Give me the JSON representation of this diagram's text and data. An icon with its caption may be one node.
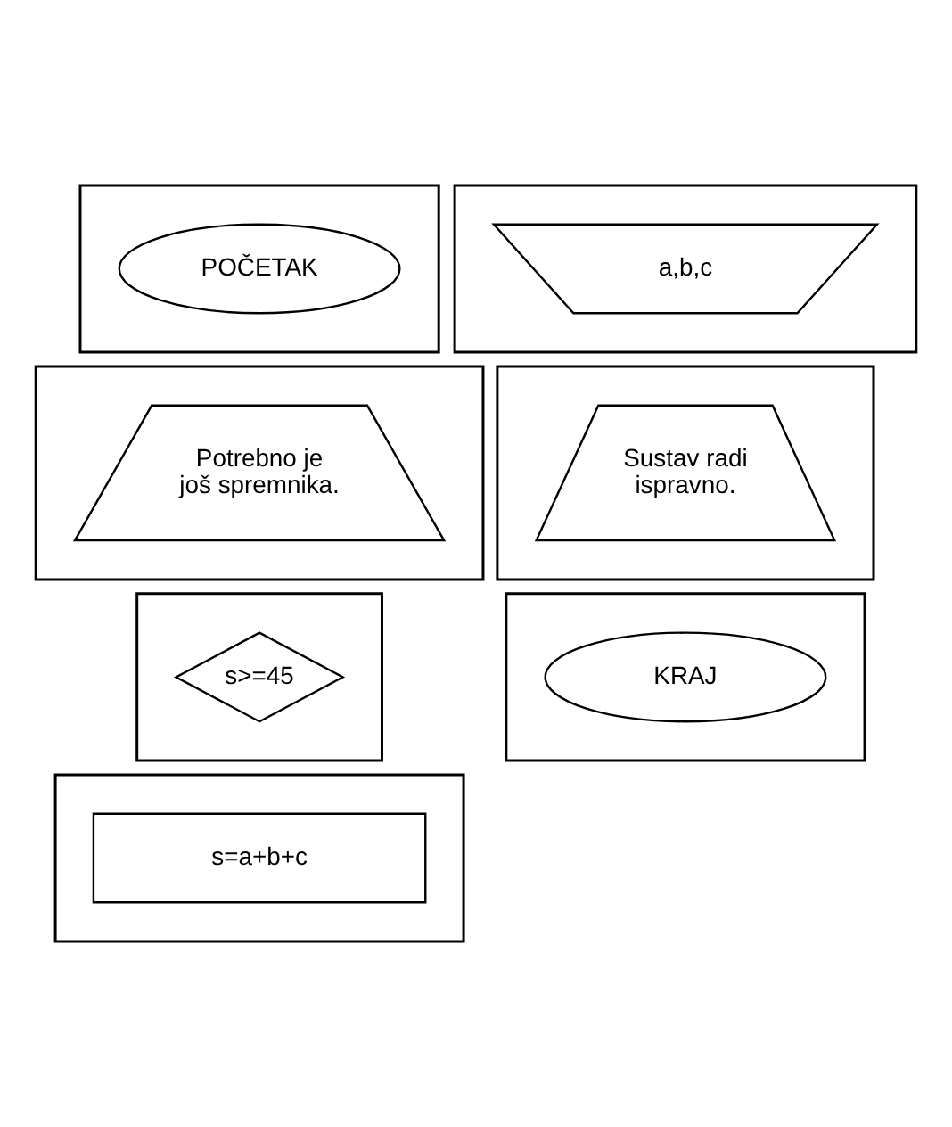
{
  "diagram": {
    "nodes": [
      {
        "text": [],
        "shape": "box"
      },
      {
        "text": [
          "POČETAK"
        ],
        "in": 0
      },
      {
        "text": [],
        "shape": "box"
      },
      {
        "text": [
          "a,b,c"
        ],
        "in": 2
      },
      {
        "text": [],
        "shape": "box"
      },
      {
        "text": [
          "Potrebno je još spremnika."
        ],
        "in": 4
      },
      {
        "text": [],
        "shape": "box"
      },
      {
        "text": [
          "Sustav radi ispravno."
        ],
        "in": 6
      },
      {
        "text": [],
        "shape": "box"
      },
      {
        "text": [
          "s>=45"
        ],
        "in": 8
      },
      {
        "text": [],
        "shape": "box"
      },
      {
        "text": [
          "KRAJ"
        ],
        "in": 10
      },
      {
        "text": [],
        "shape": "box"
      },
      {
        "text": [
          "s=a+b+c"
        ],
        "in": 12
      }
    ],
    "edges": []
  }
}
